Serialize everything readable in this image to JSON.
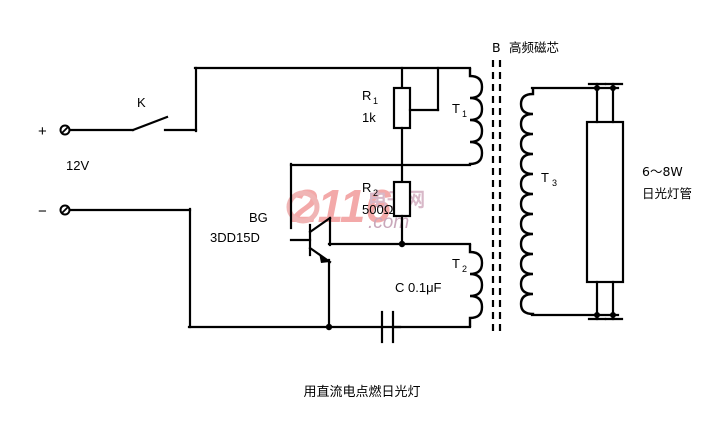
{
  "figure": {
    "caption": "用直流电点燃日光灯",
    "title_note": "用直流电点燃日光灯"
  },
  "supply": {
    "plus_terminal": "+",
    "minus_terminal": "−",
    "voltage": "12V"
  },
  "switch": {
    "label": "K"
  },
  "transistor": {
    "designator": "BG",
    "model": "3DD15D"
  },
  "resistors": [
    {
      "designator": "R",
      "subscript": "1",
      "value": "1k"
    },
    {
      "designator": "R",
      "subscript": "2",
      "value": "500Ω"
    }
  ],
  "capacitor": {
    "label": "C 0.1μF"
  },
  "transformer": {
    "core_designator": "B",
    "core_label": "高频磁芯",
    "windings": [
      {
        "designator": "T",
        "subscript": "1"
      },
      {
        "designator": "T",
        "subscript": "2"
      },
      {
        "designator": "T",
        "subscript": "3"
      }
    ]
  },
  "lamp": {
    "power": "6～8W",
    "name": "日光灯管"
  },
  "watermark": {
    "number": "2116",
    "cn": "电子网",
    "domain": ".com",
    "color": "#f3a9a9"
  },
  "colors": {
    "line": "#000000",
    "background": "#ffffff",
    "watermark": "#f3a9a9"
  }
}
